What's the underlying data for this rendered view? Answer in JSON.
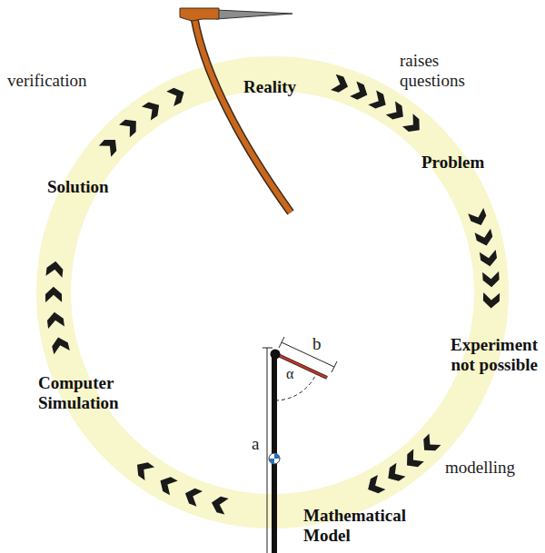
{
  "diagram": {
    "nodes": [
      {
        "text": [
          "Reality"
        ]
      },
      {
        "text": [
          "Problem"
        ]
      },
      {
        "text": [
          "Experiment not possible"
        ]
      },
      {
        "text": [
          "Mathematical Model"
        ]
      },
      {
        "text": [
          "Computer Simulation"
        ]
      },
      {
        "text": [
          "Solution"
        ]
      }
    ],
    "edges": [
      {
        "from": 0,
        "to": 1,
        "arrow": "to",
        "label": "raises questions"
      },
      {
        "from": 1,
        "to": 2,
        "arrow": "to"
      },
      {
        "from": 2,
        "to": 3,
        "arrow": "to",
        "label": "modelling"
      },
      {
        "from": 3,
        "to": 4,
        "arrow": "to"
      },
      {
        "from": 4,
        "to": 5,
        "arrow": "to"
      },
      {
        "from": 5,
        "to": 0,
        "arrow": "to",
        "label": "verification"
      }
    ],
    "labels": [
      "a",
      "b",
      "α"
    ]
  }
}
